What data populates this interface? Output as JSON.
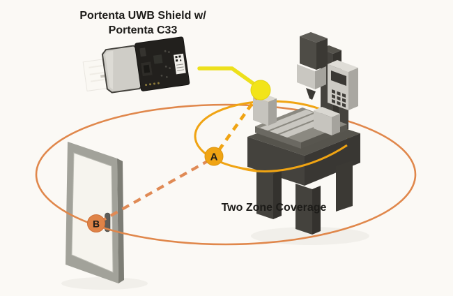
{
  "title": {
    "line1": "Portenta UWB Shield w/",
    "line2": "Portenta C33"
  },
  "caption": "Two Zone Coverage",
  "markers": {
    "anchor_a": "A",
    "anchor_b": "B"
  },
  "colors": {
    "background": "#FBF9F5",
    "text": "#1D1C19",
    "connector-yellow": "#EDE01B",
    "tag-yellow": "#F2E41A",
    "inner-zone-amber": "#F0A413",
    "outer-zone-orange": "#E0874B",
    "dash-a-b": "#E08A55",
    "anchor-b-fill": "#DF8347"
  },
  "scene": {
    "board": "portenta-uwb-shield-board",
    "machine": "cnc-milling-machine",
    "door": "door",
    "tag": "uwb-tag-position",
    "zones": [
      "inner-zone",
      "outer-zone"
    ]
  }
}
